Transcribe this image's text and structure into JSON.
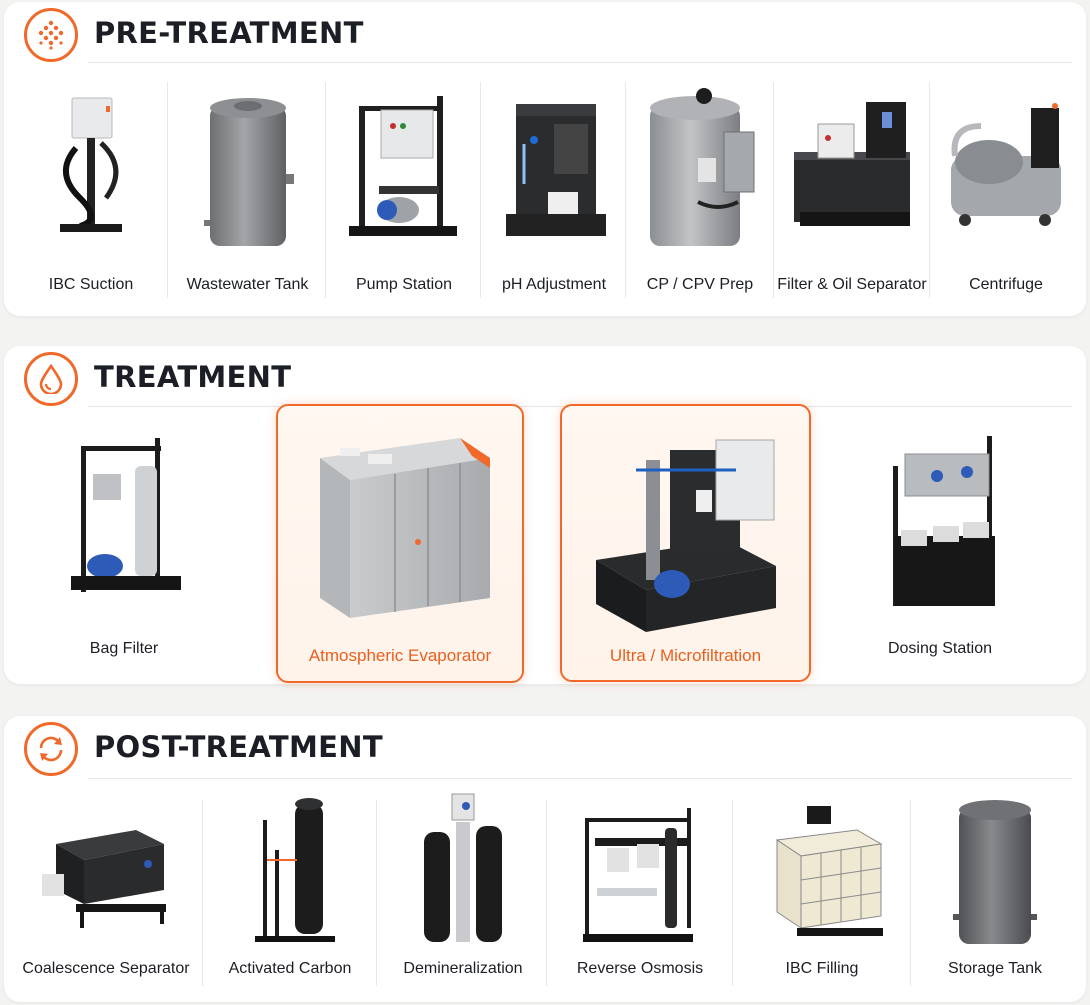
{
  "sections": [
    {
      "title": "PRE-TREATMENT",
      "icon": "dots-grid-icon",
      "items": [
        {
          "label": "IBC Suction",
          "icon": "ibc-suction-unit"
        },
        {
          "label": "Wastewater Tank",
          "icon": "wastewater-tank"
        },
        {
          "label": "Pump Station",
          "icon": "pump-station"
        },
        {
          "label": "pH Adjustment",
          "icon": "ph-adjustment-unit"
        },
        {
          "label": "CP / CPV Prep",
          "icon": "cp-cpv-prep-unit"
        },
        {
          "label": "Filter & Oil Separator",
          "icon": "filter-oil-separator"
        },
        {
          "label": "Centrifuge",
          "icon": "centrifuge"
        }
      ]
    },
    {
      "title": "TREATMENT",
      "icon": "droplet-icon",
      "items": [
        {
          "label": "Bag Filter",
          "icon": "bag-filter",
          "featured": false
        },
        {
          "label": "Atmospheric Evaporator",
          "icon": "atmospheric-evaporator",
          "featured": true
        },
        {
          "label": "Ultra / Microfiltration",
          "icon": "ultra-microfiltration",
          "featured": true
        },
        {
          "label": "Dosing Station",
          "icon": "dosing-station",
          "featured": false
        }
      ]
    },
    {
      "title": "POST-TREATMENT",
      "icon": "cycle-arrows-icon",
      "items": [
        {
          "label": "Coalescence Separator",
          "icon": "coalescence-separator"
        },
        {
          "label": "Activated Carbon",
          "icon": "activated-carbon-filter"
        },
        {
          "label": "Demineralization",
          "icon": "demineralization-unit"
        },
        {
          "label": "Reverse Osmosis",
          "icon": "reverse-osmosis-unit"
        },
        {
          "label": "IBC Filling",
          "icon": "ibc-filling-unit"
        },
        {
          "label": "Storage Tank",
          "icon": "storage-tank"
        }
      ]
    }
  ],
  "colors": {
    "accent": "#f0692a",
    "text": "#1b1e24",
    "panel": "#ffffff",
    "background": "#f3f3f2"
  }
}
